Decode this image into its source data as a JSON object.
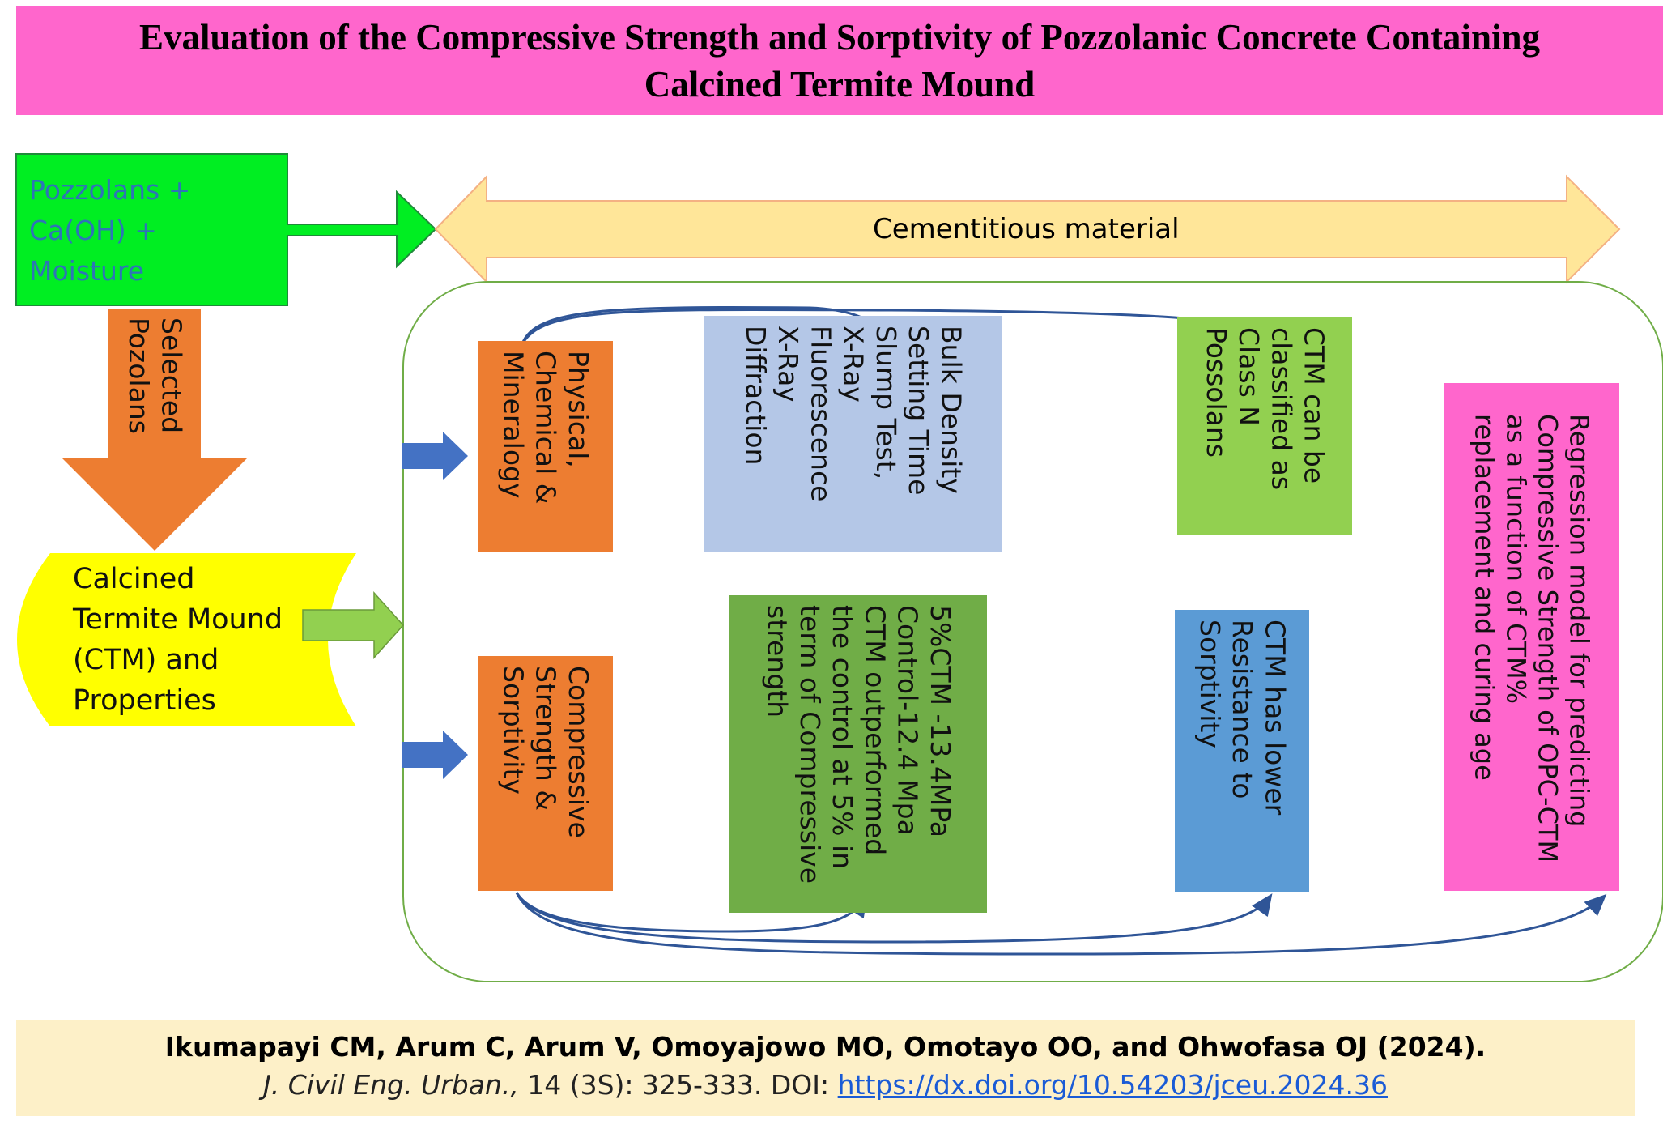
{
  "title": "Evaluation of the Compressive Strength and Sorptivity of Pozzolanic Concrete Containing\nCalcined Termite Mound",
  "colors": {
    "title_bg": "#ff66cc",
    "green_box": "#00ee22",
    "orange": "#ed7d31",
    "yellow": "#ffff00",
    "band_fill": "#ffe699",
    "light_blue": "#b4c7e7",
    "light_green": "#92d050",
    "dark_green": "#70ad47",
    "blue": "#5b9bd5",
    "pink": "#ff66cc",
    "footer_bg": "#fdf0c8"
  },
  "nodes": {
    "pozzolans": "Pozzolans  +\nCa(OH) +\nMoisture",
    "selected": "Selected\nPozolans",
    "ctm": "Calcined\nTermite Mound\n(CTM) and\nProperties",
    "cementitious": "Cementitious material",
    "physical": "Physical,\nChemical &\nMineralogy",
    "tests": "Bulk Density\nSetting Time\nSlump Test,\nX-Ray\nFluorescence\nX-Ray\nDiffraction",
    "classN": "CTM can be\nclassified as\nClass N\nPossolans",
    "compressive": "Compressive\nStrength &\nSorptivity",
    "results": "5%CTM -13.4MPa\nControl-12.4 Mpa\nCTM outperformed\nthe control at 5% in\nterm of Compressive\nstrength",
    "sorptivity": "CTM has lower\nResistance to\nSorptivity",
    "regression": "Regression model for predicting\nCompressive Strength of OPC-CTM\nas a function of CTM%\nreplacement and curing age"
  },
  "citation": {
    "authors": "Ikumapayi CM, Arum C, Arum V, Omoyajowo MO, Omotayo OO, and Ohwofasa OJ (2024).",
    "journal_italic": "J. Civil Eng. Urban.,",
    "journal_rest": " 14 (3S): 325-333. DOI: ",
    "doi": "https://dx.doi.org/10.54203/jceu.2024.36"
  }
}
